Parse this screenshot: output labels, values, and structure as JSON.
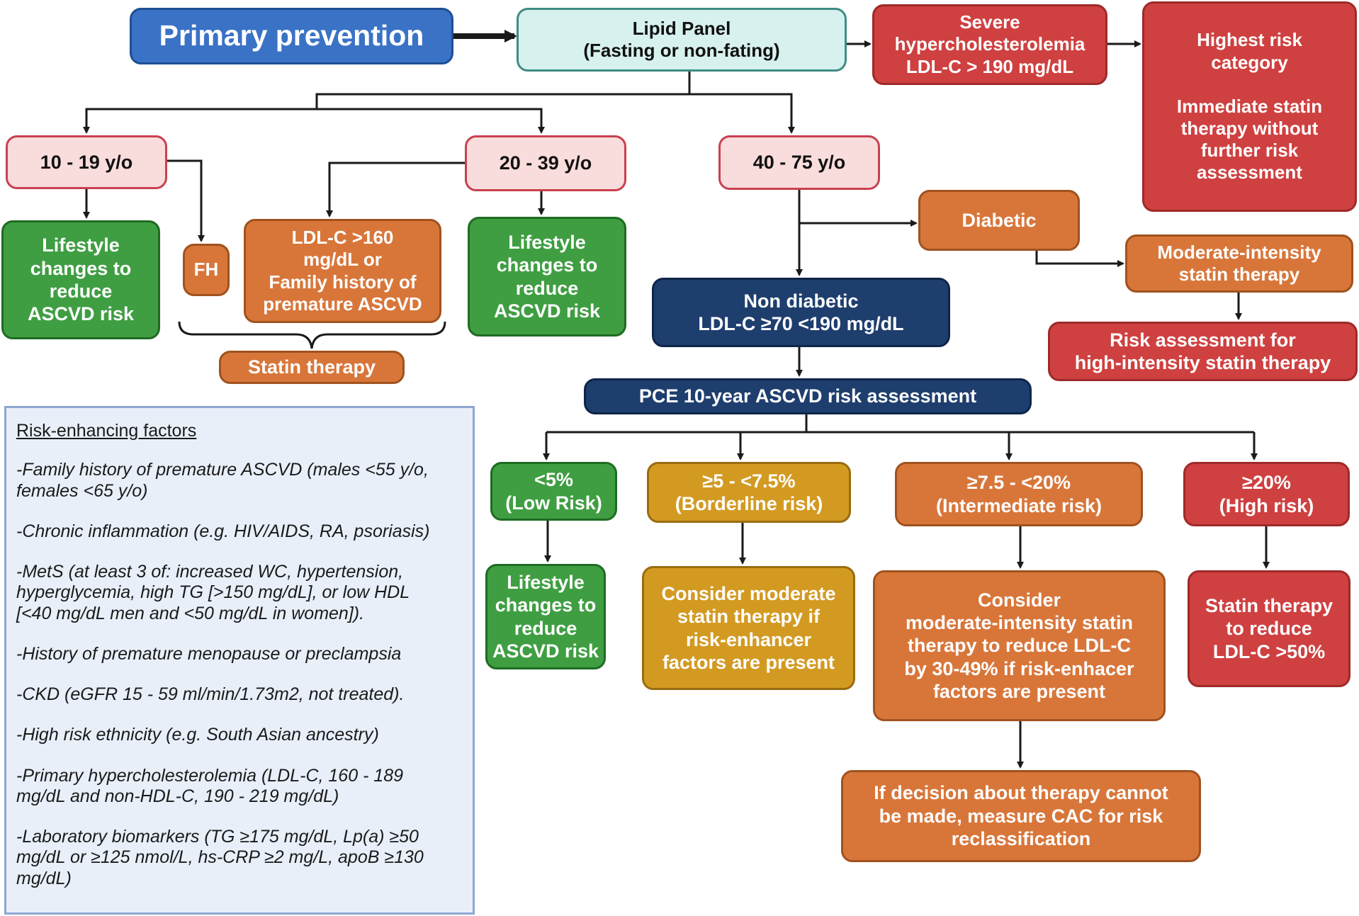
{
  "primary_prevention": "Primary prevention",
  "lipid_panel": "Lipid Panel\n(Fasting or non-fating)",
  "severe": "Severe\nhypercholesterolemia\nLDL-C > 190 mg/dL",
  "highest_risk": "Highest risk\ncategory\n\nImmediate statin\ntherapy without\nfurther risk\nassessment",
  "age_10_19": "10 - 19 y/o",
  "age_20_39": "20 - 39 y/o",
  "age_40_75": "40 - 75 y/o",
  "lifestyle_a": "Lifestyle\nchanges to\nreduce\nASCVD risk",
  "fh": "FH",
  "ldl_160": "LDL-C >160\nmg/dL or\nFamily history of\npremature ASCVD",
  "lifestyle_b": "Lifestyle\nchanges to\nreduce\nASCVD risk",
  "statin_therapy": "Statin therapy",
  "diabetic": "Diabetic",
  "moderate_intensity": "Moderate-intensity\nstatin therapy",
  "risk_assessment_high": "Risk assessment for\nhigh-intensity statin therapy",
  "non_diabetic": "Non diabetic\nLDL-C ≥70 <190 mg/dL",
  "pce": "PCE 10-year ASCVD risk assessment",
  "low_risk": "<5%\n(Low Risk)",
  "borderline_risk": "≥5 - <7.5%\n(Borderline risk)",
  "intermediate_risk": "≥7.5 - <20%\n(Intermediate risk)",
  "high_risk": "≥20%\n(High risk)",
  "lifestyle_c": "Lifestyle\nchanges to\nreduce\nASCVD risk",
  "consider_moderate": "Consider moderate\nstatin therapy if\nrisk-enhancer\nfactors are present",
  "consider_intermediate": "Consider\nmoderate-intensity statin\ntherapy to reduce LDL-C\nby 30-49% if risk-enhacer\nfactors are present",
  "statin_reduce": "Statin therapy\nto reduce\nLDL-C >50%",
  "cac": "If decision about therapy cannot\nbe made, measure CAC for risk\nreclassification",
  "risk_factors": {
    "title": "Risk-enhancing factors",
    "items": [
      "-Family history of premature ASCVD (males <55 y/o,\nfemales <65 y/o)",
      "-Chronic inflammation (e.g. HIV/AIDS, RA, psoriasis)",
      "-MetS (at least 3 of: increased WC, hypertension,\nhyperglycemia, high TG [>150 mg/dL], or low HDL\n[<40 mg/dL men and <50 mg/dL in women]).",
      "-History of premature menopause or preclampsia",
      "-CKD (eGFR 15 - 59 ml/min/1.73m2, not treated).",
      "-High risk ethnicity (e.g. South Asian ancestry)",
      "-Primary hypercholesterolemia (LDL-C, 160 - 189\nmg/dL and non-HDL-C, 190 - 219 mg/dL)",
      "-Laboratory biomarkers (TG ≥175 mg/dL, Lp(a) ≥50\nmg/dL or ≥125 nmol/L, hs-CRP ≥2 mg/L, apoB ≥130\nmg/dL)"
    ]
  }
}
